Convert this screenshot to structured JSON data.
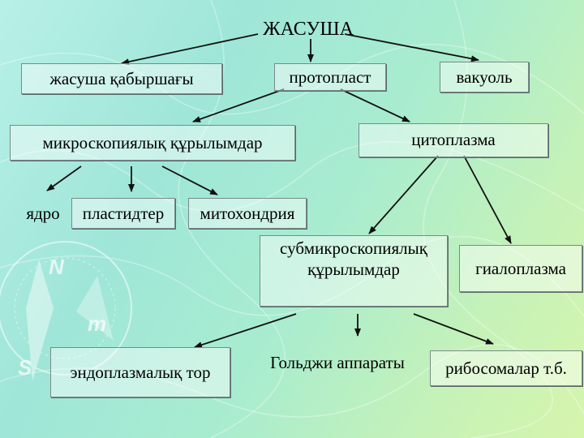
{
  "diagram": {
    "root": "ЖАСУША",
    "nodes": {
      "cell_wall": "жасуша қабыршағы",
      "protoplast": "протопласт",
      "vacuole": "вакуоль",
      "microscopic": "микроскопиялық құрылымдар",
      "cytoplasm": "цитоплазма",
      "nucleus": "ядро",
      "plastids": "пластидтер",
      "mitochondria": "митохондрия",
      "submicroscopic": "субмикроскопиялық құрылымдар",
      "hyaloplasm": "гиалоплазма",
      "er": "эндоплазмалық тор",
      "golgi": "Гольджи аппараты",
      "ribosomes": "рибосомалар т.б."
    },
    "edges": [
      [
        "root",
        "cell_wall"
      ],
      [
        "root",
        "protoplast"
      ],
      [
        "root",
        "vacuole"
      ],
      [
        "protoplast",
        "microscopic"
      ],
      [
        "protoplast",
        "cytoplasm"
      ],
      [
        "microscopic",
        "nucleus"
      ],
      [
        "microscopic",
        "plastids"
      ],
      [
        "microscopic",
        "mitochondria"
      ],
      [
        "cytoplasm",
        "submicroscopic"
      ],
      [
        "cytoplasm",
        "hyaloplasm"
      ],
      [
        "submicroscopic",
        "er"
      ],
      [
        "submicroscopic",
        "golgi"
      ],
      [
        "submicroscopic",
        "ribosomes"
      ]
    ]
  },
  "colors": {
    "arrow": "#111111",
    "box_border": "#7a8a8a"
  },
  "decoration": {
    "compass_letters": [
      "N",
      "m",
      "S"
    ]
  }
}
